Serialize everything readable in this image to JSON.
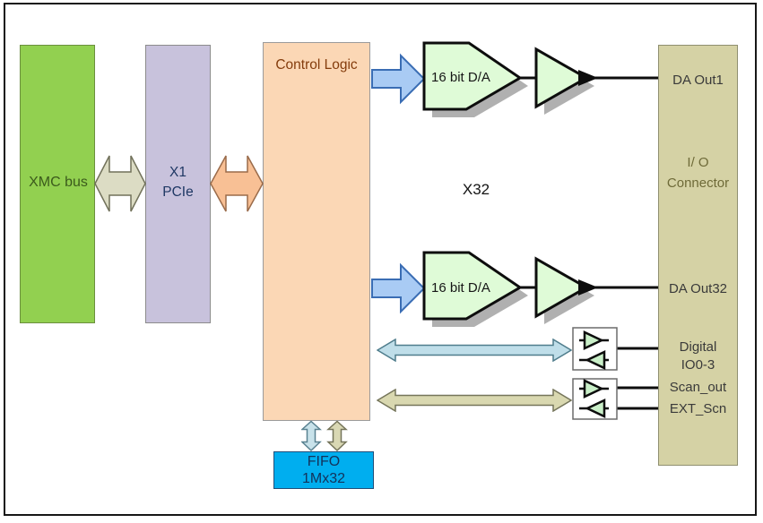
{
  "blocks": {
    "xmc_bus": {
      "label": "XMC bus",
      "color": "#92d050"
    },
    "pcie": {
      "line1": "X1",
      "line2": "PCIe",
      "color": "#c8c2dc"
    },
    "control_logic": {
      "label": "Control Logic",
      "color": "#fbd7b5"
    },
    "fifo": {
      "line1": "FIFO",
      "line2": "1Mx32",
      "color": "#00aeef"
    },
    "io_connector": {
      "line1": "I/ O",
      "line2": "Connector",
      "color": "#d5d2a5"
    }
  },
  "dac": {
    "label": "16  bit D/A",
    "channel_count_label": "X32"
  },
  "ports": {
    "da_out1": "DA Out1",
    "da_out32": "DA Out32",
    "digital_line1": "Digital",
    "digital_line2": "IO0-3",
    "scan_out": "Scan_out",
    "ext_scn": "EXT_Scn"
  },
  "accent_colors": {
    "pcie_arrow_blue": "#a9cbf4",
    "bus_arrow_olive": "#dcdcc4",
    "bus_arrow_orange": "#f8c095",
    "digital_arrow_cyan": "#bfdee9",
    "scan_arrow_olive": "#d9d8b0",
    "dac_shape_green": "#dffbd7",
    "shadow_gray": "#b0b0b0"
  }
}
